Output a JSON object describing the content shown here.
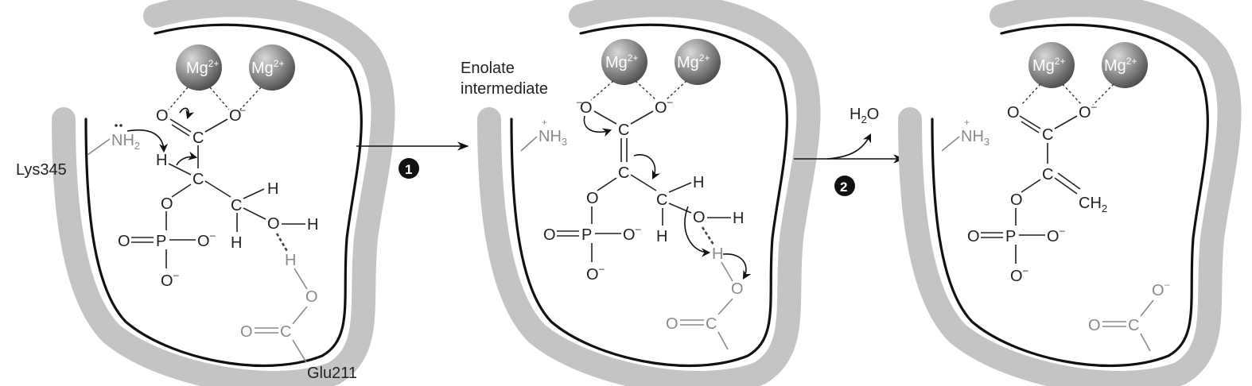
{
  "panels": [
    {
      "id": "substrate",
      "metals": [
        "Mg",
        "Mg"
      ],
      "metal_charge": "2+",
      "residue_lys": "Lys345",
      "lys_group": "NH",
      "lys_sub": "2",
      "residue_glu": "Glu211"
    },
    {
      "id": "intermediate",
      "metals": [
        "Mg",
        "Mg"
      ],
      "metal_charge": "2+",
      "label_line1": "Enolate",
      "label_line2": "intermediate",
      "lys_group": "NH",
      "lys_sub": "3",
      "lys_charge": "+"
    },
    {
      "id": "product",
      "metals": [
        "Mg",
        "Mg"
      ],
      "metal_charge": "2+",
      "lys_group": "NH",
      "lys_sub": "3",
      "lys_charge": "+",
      "ch2": "CH",
      "ch2_sub": "2"
    }
  ],
  "steps": [
    {
      "number": "1"
    },
    {
      "number": "2",
      "byproduct": "H",
      "byproduct_sub": "2",
      "byproduct_rest": "O"
    }
  ],
  "atoms": {
    "O": "O",
    "C": "C",
    "H": "H",
    "P": "P",
    "minus": "–"
  }
}
